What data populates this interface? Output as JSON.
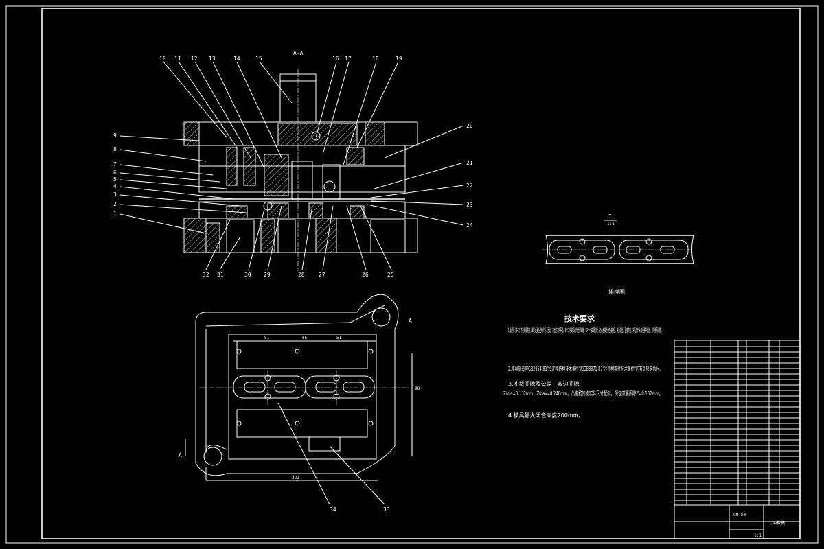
{
  "section_title": "A-A",
  "section_callouts_top": [
    "10",
    "11",
    "12",
    "13",
    "14",
    "15",
    "16",
    "17",
    "18",
    "19"
  ],
  "section_callouts_left": [
    "9",
    "8",
    "7",
    "6",
    "5",
    "4",
    "3",
    "2",
    "1"
  ],
  "section_callouts_right": [
    "20",
    "21",
    "22",
    "23",
    "24"
  ],
  "section_callouts_bottom": [
    "32",
    "31",
    "30",
    "29",
    "28",
    "27",
    "26",
    "25"
  ],
  "plan_callouts": [
    "34",
    "33"
  ],
  "plan_section_marks": [
    "A",
    "A"
  ],
  "dimensions": {
    "plan_width": "222",
    "top_dims": [
      "51",
      "65",
      "51"
    ],
    "side_dim": "98"
  },
  "detail_view": {
    "label": "I",
    "scale": "1:1",
    "caption": "排样图"
  },
  "tech_requirements": {
    "title": "技术要求",
    "items": [
      "1.此模具为多工位下出件级进模，卸料板弹性压料作用，因此，冲出的工件平整。每个工件的凸模均分开制造，该冲一块四周切断，各凸模都分别直接装配，模具装配、要变方向，冲孔废料从凹模孔中漏出，影响模具间隙；",
      "2.模具制造按GB2854-81\"冷冲模结构技术条件\"和GB8871-87\"冷冲模零件技术条件\"的有关规定执行。",
      "3.冲裁间隙及公差，双边间隙",
      "Zmin=0.132mm，Zmax=0.240mm。凸模按凹模实际尺寸配制，保证双面间隙Z=0.132mm。",
      "4.模具最大闭合高度200mm。"
    ]
  },
  "title_block": {
    "drawing_no": "CM-50",
    "name": "冲裁模",
    "scale": "1:1"
  }
}
